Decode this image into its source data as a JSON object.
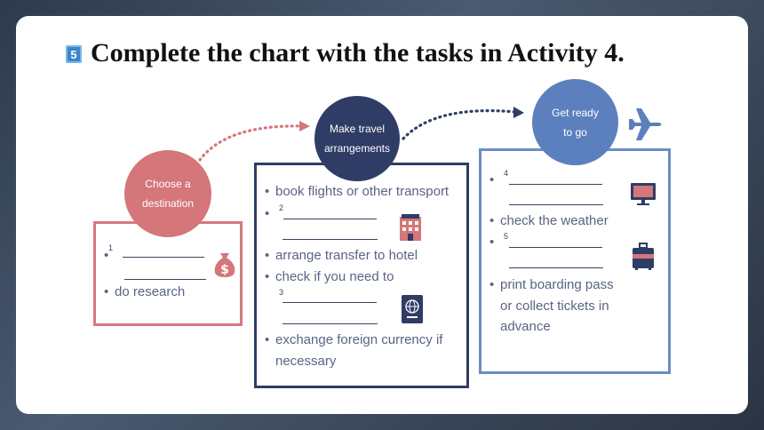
{
  "header": {
    "activity_number": "5",
    "title": "Complete the chart with the tasks in Activity 4."
  },
  "stages": [
    {
      "circle_lines": [
        "Choose a",
        "destination"
      ],
      "items": [
        {
          "type": "blank",
          "number": "1"
        },
        {
          "type": "text",
          "text": "do research"
        }
      ]
    },
    {
      "circle_lines": [
        "Make travel",
        "arrangements"
      ],
      "items": [
        {
          "type": "text",
          "text": "book flights or other transport"
        },
        {
          "type": "blank",
          "number": "2"
        },
        {
          "type": "text",
          "text": "arrange transfer to hotel"
        },
        {
          "type": "text",
          "lines": [
            "check if you need to"
          ]
        },
        {
          "type": "blank",
          "number": "3"
        },
        {
          "type": "text",
          "lines": [
            "exchange foreign currency if",
            "necessary"
          ]
        }
      ]
    },
    {
      "circle_lines": [
        "Get ready",
        "to go"
      ],
      "items": [
        {
          "type": "blank",
          "number": "4"
        },
        {
          "type": "text",
          "text": "check the weather"
        },
        {
          "type": "blank",
          "number": "5"
        },
        {
          "type": "text",
          "lines": [
            "print boarding pass",
            "or collect tickets in",
            "advance"
          ]
        }
      ]
    }
  ],
  "icons": [
    "money-bag-icon",
    "hotel-icon",
    "passport-icon",
    "monitor-icon",
    "suitcase-icon",
    "airplane-icon"
  ],
  "colors": {
    "stage1": "#d4767a",
    "stage2": "#2f3d66",
    "stage3": "#5b80bd",
    "text": "#5a6484"
  }
}
